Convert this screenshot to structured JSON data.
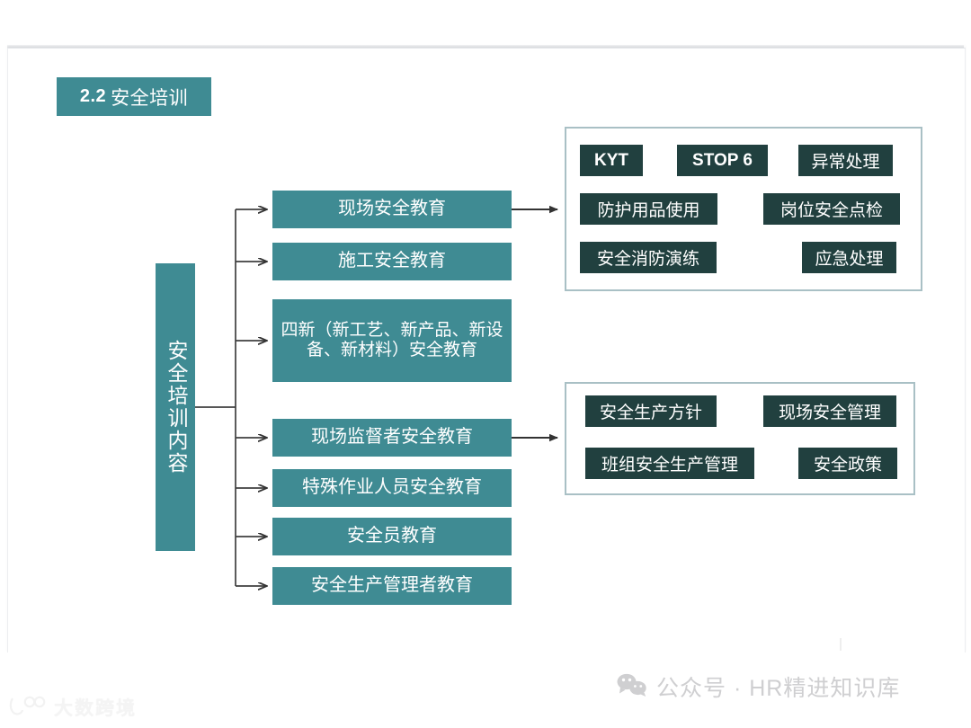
{
  "slide": {
    "title": {
      "number": "2.2",
      "text": "安全培训"
    },
    "root": {
      "label": "安全培训内容"
    },
    "branches": [
      {
        "label": "现场安全教育",
        "has_arrow_to_panel": true
      },
      {
        "label": "施工安全教育",
        "has_arrow_to_panel": false
      },
      {
        "label": "四新（新工艺、新产品、新设备、新材料）安全教育",
        "has_arrow_to_panel": false
      },
      {
        "label": "现场监督者安全教育",
        "has_arrow_to_panel": true
      },
      {
        "label": "特殊作业人员安全教育",
        "has_arrow_to_panel": false
      },
      {
        "label": "安全员教育",
        "has_arrow_to_panel": false
      },
      {
        "label": "安全生产管理者教育",
        "has_arrow_to_panel": false
      }
    ],
    "panels": [
      {
        "name": "现场安全教育-内容",
        "chips": [
          {
            "label": "KYT",
            "latin": true
          },
          {
            "label": "STOP 6",
            "latin": true
          },
          {
            "label": "异常处理",
            "latin": false
          },
          {
            "label": "防护用品使用",
            "latin": false
          },
          {
            "label": "岗位安全点检",
            "latin": false
          },
          {
            "label": "安全消防演练",
            "latin": false
          },
          {
            "label": "应急处理",
            "latin": false
          }
        ]
      },
      {
        "name": "现场监督者安全教育-内容",
        "chips": [
          {
            "label": "安全生产方针",
            "latin": false
          },
          {
            "label": "现场安全管理",
            "latin": false
          },
          {
            "label": "班组安全生产管理",
            "latin": false
          },
          {
            "label": "安全政策",
            "latin": false
          }
        ]
      }
    ]
  },
  "watermarks": {
    "right": {
      "icon": "wechat-icon",
      "text": "公众号 · HR精进知识库"
    },
    "left": {
      "icon": "dashukuajing-logo",
      "text": "大数跨境"
    }
  },
  "colors": {
    "teal": "#3f8b93",
    "dark_teal": "#21403f",
    "panel_border": "#a9c0c5",
    "wire": "#404040",
    "text_on_teal": "#ffffff"
  }
}
